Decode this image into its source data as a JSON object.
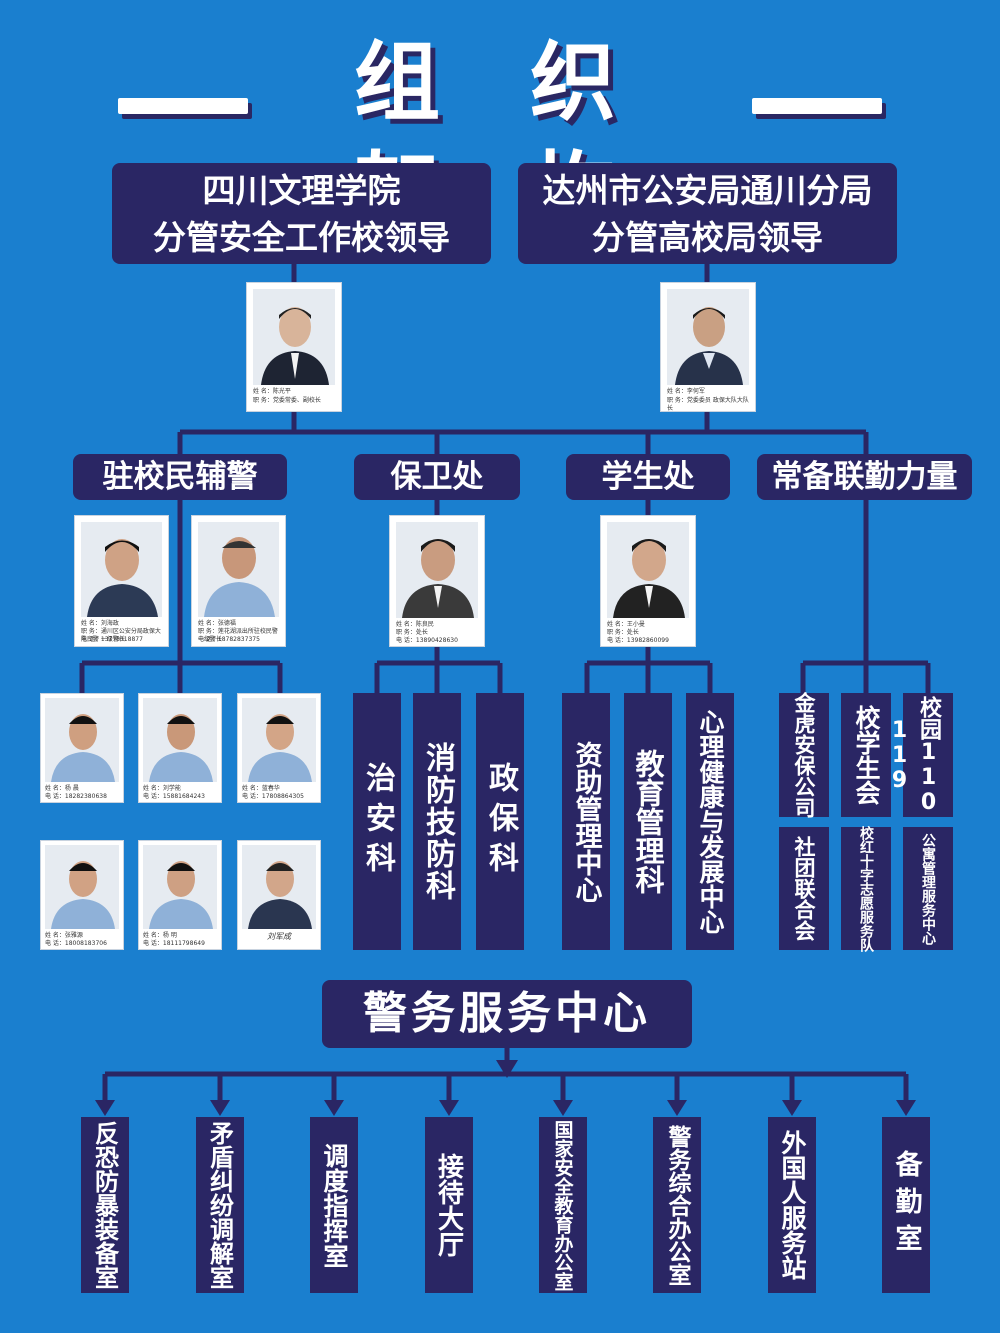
{
  "title": "组 织 架 构",
  "top_left": {
    "line1": "四川文理学院",
    "line2": "分管安全工作校领导"
  },
  "top_right": {
    "line1": "达州市公安局通川分局",
    "line2": "分管高校局领导"
  },
  "leader_left": {
    "name": "姓 名：陈光平",
    "title": "职 务：党委常委、副校长"
  },
  "leader_right": {
    "name": "姓 名：李何军",
    "title": "职 务：党委委员 政保大队大队长"
  },
  "depts": {
    "police": "驻校民辅警",
    "security": "保卫处",
    "students": "学生处",
    "reserve": "常备联勤力量"
  },
  "police_officers": [
    {
      "name": "姓 名：刘海政",
      "title": "职 务：通川区公安分局政保大队民警 一级警长",
      "phone": "电 话：13778318877"
    },
    {
      "name": "姓 名：张德福",
      "title": "职 务：莲花湖派出所驻校民警 一级警长",
      "phone": "电 话：18782837375"
    }
  ],
  "security_head": {
    "name": "姓 名：陈良民",
    "title": "职 务：处长",
    "phone": "电 话：13890428630"
  },
  "students_head": {
    "name": "姓 名：王小曼",
    "title": "职 务：处长",
    "phone": "电 话：13982860099"
  },
  "auxiliary": [
    {
      "name": "姓 名：杨 晨",
      "phone": "电 话：18282380638"
    },
    {
      "name": "姓 名：刘学能",
      "phone": "电 话：15881684243"
    },
    {
      "name": "姓 名：蓝春华",
      "phone": "电 话：17808864305"
    },
    {
      "name": "姓 名：张雅源",
      "phone": "电 话：18008183706"
    },
    {
      "name": "姓 名：杨 明",
      "phone": "电 话：18111798649"
    },
    {
      "name": "刘军成",
      "phone": ""
    }
  ],
  "security_units": [
    "治安科",
    "消防技防科",
    "政保科"
  ],
  "student_units": [
    "资助管理中心",
    "教育管理科",
    "心理健康与发展中心"
  ],
  "reserve_units_top": [
    "金虎安保公司",
    "校学生会",
    "校园110 119"
  ],
  "reserve_units_bottom": [
    "社团联合会",
    "校红十字志愿服务队",
    "公寓管理服务中心"
  ],
  "service_center": "警务服务中心",
  "service_rooms": [
    "反恐防暴装备室",
    "矛盾纠纷调解室",
    "调度指挥室",
    "接待大厅",
    "国家安全教育办公室",
    "警务综合办公室",
    "外国人服务站",
    "备勤室"
  ],
  "colors": {
    "background": "#1a7fcf",
    "box": "#2a2664",
    "text": "#ffffff",
    "shadow": "#2a2763"
  }
}
